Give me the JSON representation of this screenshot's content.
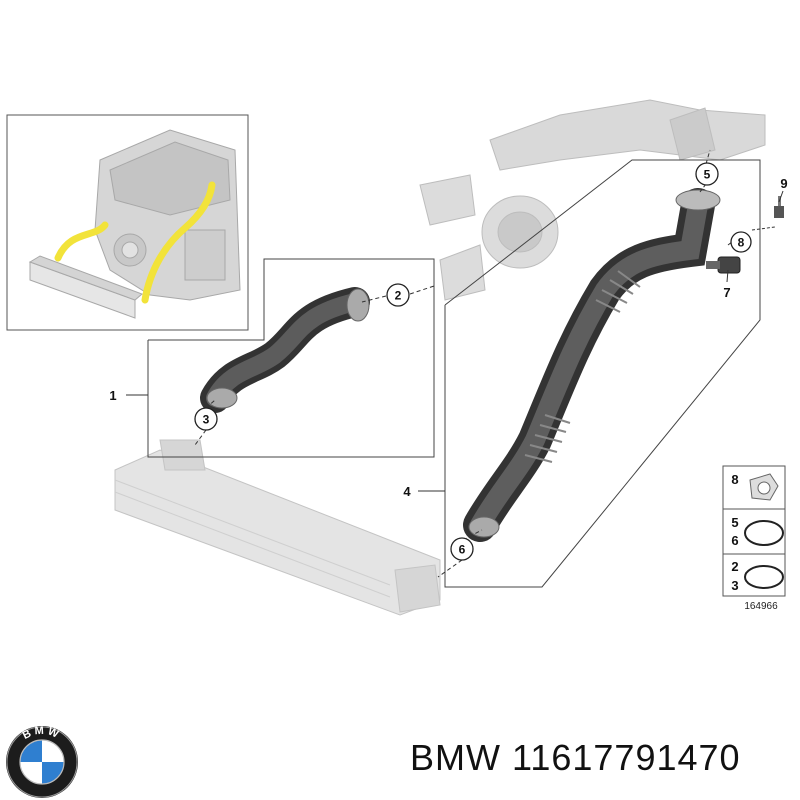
{
  "diagram": {
    "callouts": {
      "c1": "1",
      "c2": "2",
      "c3": "3",
      "c4": "4",
      "c5": "5",
      "c6": "6",
      "c7": "7",
      "c8": "8",
      "c9": "9"
    },
    "legend": {
      "row1": {
        "num": "8"
      },
      "row2": {
        "num_a": "5",
        "num_b": "6"
      },
      "row3": {
        "num_a": "2",
        "num_b": "3"
      },
      "ref": "164966"
    }
  },
  "footer": {
    "logo_letters": "BMW",
    "part_label": "BMW 11617791470"
  },
  "colors": {
    "hose": "#3f3f3f",
    "ghost_part": "#cfcfcf",
    "highlight": "#f2e33a",
    "bmw_blue": "#2f7fd0"
  }
}
